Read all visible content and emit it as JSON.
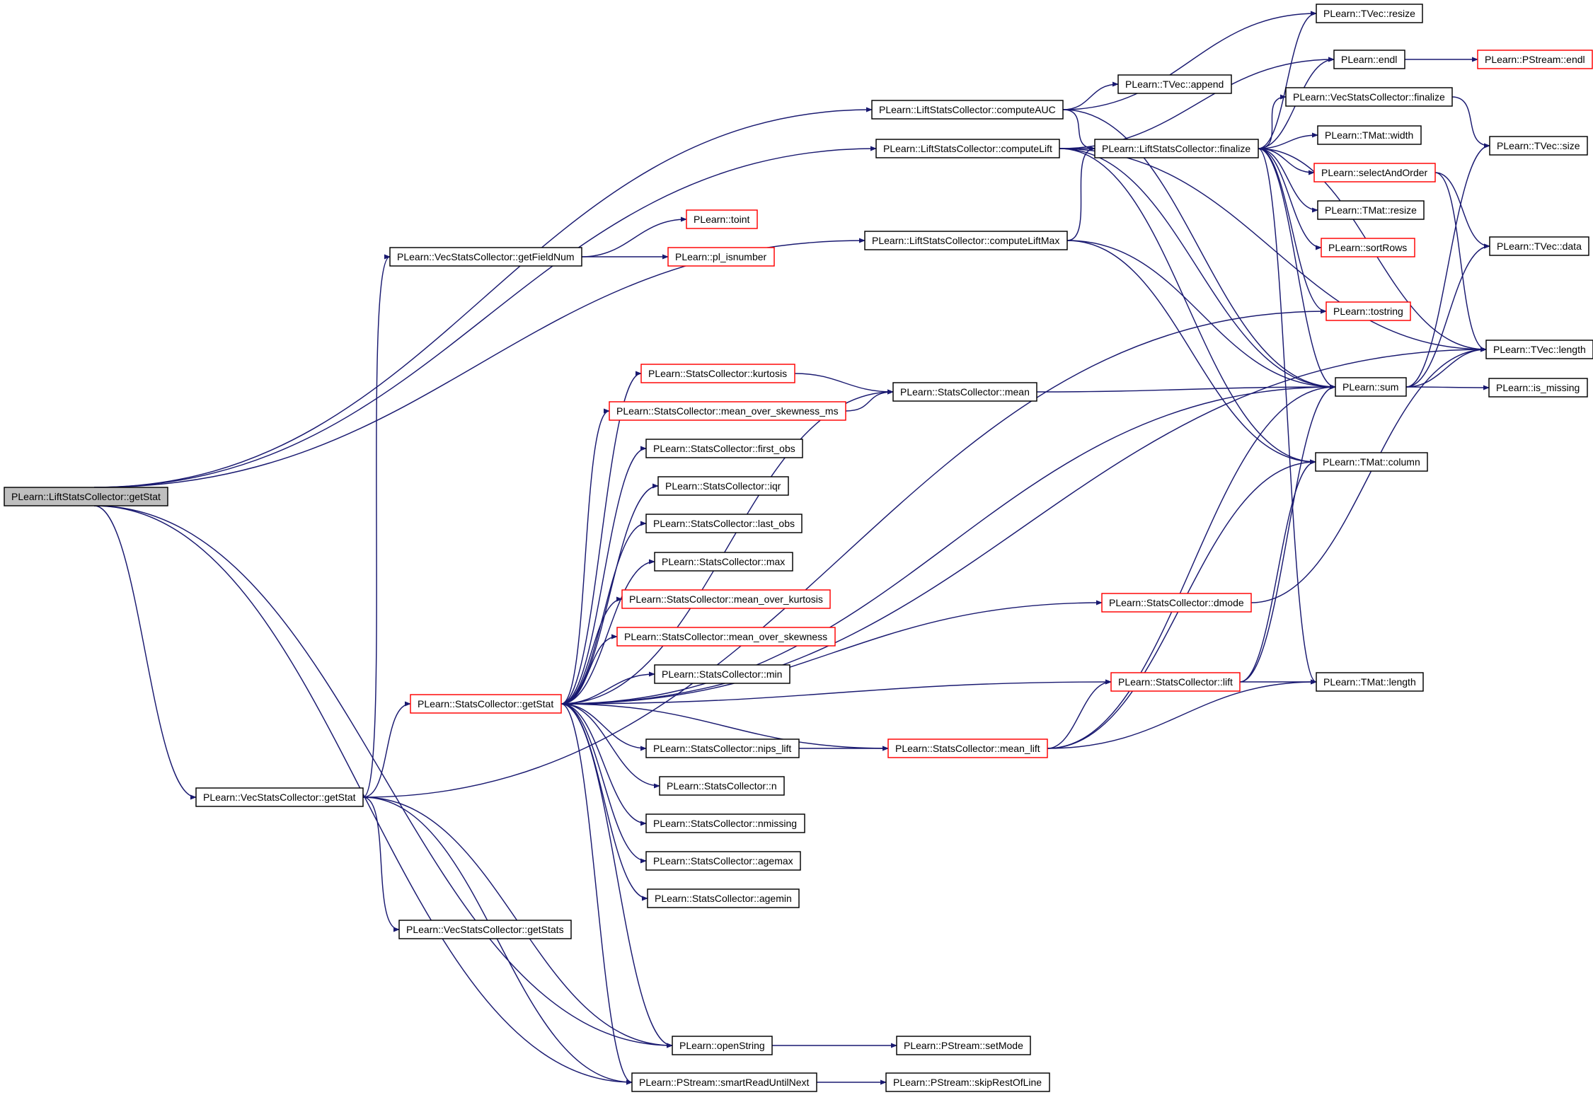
{
  "colors": {
    "edge": "#191970",
    "box_border_default": "#000000",
    "box_border_truncated": "#ff0000",
    "root_fill": "#bfbfbf",
    "background": "#ffffff"
  },
  "nodes": [
    {
      "id": "root",
      "label": "PLearn::LiftStatsCollector::getStat",
      "style": "root"
    },
    {
      "id": "computeAUC",
      "label": "PLearn::LiftStatsCollector::computeAUC",
      "style": "black"
    },
    {
      "id": "computeLift",
      "label": "PLearn::LiftStatsCollector::computeLift",
      "style": "black"
    },
    {
      "id": "computeLiftMax",
      "label": "PLearn::LiftStatsCollector::computeLiftMax",
      "style": "black"
    },
    {
      "id": "vscGetFieldNum",
      "label": "PLearn::VecStatsCollector::getFieldNum",
      "style": "black"
    },
    {
      "id": "vscGetStat",
      "label": "PLearn::VecStatsCollector::getStat",
      "style": "black"
    },
    {
      "id": "scGetStat",
      "label": "PLearn::StatsCollector::getStat",
      "style": "red"
    },
    {
      "id": "vscGetStats",
      "label": "PLearn::VecStatsCollector::getStats",
      "style": "black"
    },
    {
      "id": "openString",
      "label": "PLearn::openString",
      "style": "black"
    },
    {
      "id": "smartRead",
      "label": "PLearn::PStream::smartReadUntilNext",
      "style": "black"
    },
    {
      "id": "toint",
      "label": "PLearn::toint",
      "style": "red"
    },
    {
      "id": "plIsnumber",
      "label": "PLearn::pl_isnumber",
      "style": "red"
    },
    {
      "id": "kurtosis",
      "label": "PLearn::StatsCollector::kurtosis",
      "style": "red"
    },
    {
      "id": "meanOverSkewMs",
      "label": "PLearn::StatsCollector::mean_over_skewness_ms",
      "style": "red"
    },
    {
      "id": "firstObs",
      "label": "PLearn::StatsCollector::first_obs",
      "style": "black"
    },
    {
      "id": "iqr",
      "label": "PLearn::StatsCollector::iqr",
      "style": "black"
    },
    {
      "id": "lastObs",
      "label": "PLearn::StatsCollector::last_obs",
      "style": "black"
    },
    {
      "id": "max",
      "label": "PLearn::StatsCollector::max",
      "style": "black"
    },
    {
      "id": "meanOverKurt",
      "label": "PLearn::StatsCollector::mean_over_kurtosis",
      "style": "red"
    },
    {
      "id": "meanOverSkew",
      "label": "PLearn::StatsCollector::mean_over_skewness",
      "style": "red"
    },
    {
      "id": "min",
      "label": "PLearn::StatsCollector::min",
      "style": "black"
    },
    {
      "id": "nipsLift",
      "label": "PLearn::StatsCollector::nips_lift",
      "style": "black"
    },
    {
      "id": "n",
      "label": "PLearn::StatsCollector::n",
      "style": "black"
    },
    {
      "id": "nmissing",
      "label": "PLearn::StatsCollector::nmissing",
      "style": "black"
    },
    {
      "id": "agemax",
      "label": "PLearn::StatsCollector::agemax",
      "style": "black"
    },
    {
      "id": "agemin",
      "label": "PLearn::StatsCollector::agemin",
      "style": "black"
    },
    {
      "id": "mean",
      "label": "PLearn::StatsCollector::mean",
      "style": "black"
    },
    {
      "id": "tvecAppend",
      "label": "PLearn::TVec::append",
      "style": "black"
    },
    {
      "id": "lscFinalize",
      "label": "PLearn::LiftStatsCollector::finalize",
      "style": "black"
    },
    {
      "id": "dmode",
      "label": "PLearn::StatsCollector::dmode",
      "style": "red"
    },
    {
      "id": "lift",
      "label": "PLearn::StatsCollector::lift",
      "style": "red"
    },
    {
      "id": "meanLift",
      "label": "PLearn::StatsCollector::mean_lift",
      "style": "red"
    },
    {
      "id": "setMode",
      "label": "PLearn::PStream::setMode",
      "style": "black"
    },
    {
      "id": "skipRest",
      "label": "PLearn::PStream::skipRestOfLine",
      "style": "black"
    },
    {
      "id": "tvecResize",
      "label": "PLearn::TVec::resize",
      "style": "black"
    },
    {
      "id": "endl",
      "label": "PLearn::endl",
      "style": "black"
    },
    {
      "id": "vscFinalize",
      "label": "PLearn::VecStatsCollector::finalize",
      "style": "black"
    },
    {
      "id": "tmatWidth",
      "label": "PLearn::TMat::width",
      "style": "black"
    },
    {
      "id": "selectAndOrder",
      "label": "PLearn::selectAndOrder",
      "style": "red"
    },
    {
      "id": "tmatResize",
      "label": "PLearn::TMat::resize",
      "style": "black"
    },
    {
      "id": "sortRows",
      "label": "PLearn::sortRows",
      "style": "red"
    },
    {
      "id": "tostring",
      "label": "PLearn::tostring",
      "style": "red"
    },
    {
      "id": "sum",
      "label": "PLearn::sum",
      "style": "black"
    },
    {
      "id": "tmatColumn",
      "label": "PLearn::TMat::column",
      "style": "black"
    },
    {
      "id": "tmatLength",
      "label": "PLearn::TMat::length",
      "style": "black"
    },
    {
      "id": "pstreamEndl",
      "label": "PLearn::PStream::endl",
      "style": "red"
    },
    {
      "id": "tvecSize",
      "label": "PLearn::TVec::size",
      "style": "black"
    },
    {
      "id": "tvecData",
      "label": "PLearn::TVec::data",
      "style": "black"
    },
    {
      "id": "tvecLength",
      "label": "PLearn::TVec::length",
      "style": "black"
    },
    {
      "id": "isMissing",
      "label": "PLearn::is_missing",
      "style": "black"
    }
  ],
  "edges": [
    [
      "root",
      "computeAUC"
    ],
    [
      "root",
      "computeLift"
    ],
    [
      "root",
      "computeLiftMax"
    ],
    [
      "root",
      "vscGetStat"
    ],
    [
      "root",
      "openString"
    ],
    [
      "root",
      "smartRead"
    ],
    [
      "vscGetStat",
      "vscGetFieldNum"
    ],
    [
      "vscGetStat",
      "scGetStat"
    ],
    [
      "vscGetStat",
      "vscGetStats"
    ],
    [
      "vscGetStat",
      "openString"
    ],
    [
      "vscGetStat",
      "smartRead"
    ],
    [
      "vscGetStat",
      "tostring"
    ],
    [
      "vscGetFieldNum",
      "toint"
    ],
    [
      "vscGetFieldNum",
      "plIsnumber"
    ],
    [
      "scGetStat",
      "kurtosis"
    ],
    [
      "scGetStat",
      "meanOverSkewMs"
    ],
    [
      "scGetStat",
      "firstObs"
    ],
    [
      "scGetStat",
      "iqr"
    ],
    [
      "scGetStat",
      "lastObs"
    ],
    [
      "scGetStat",
      "max"
    ],
    [
      "scGetStat",
      "meanOverKurt"
    ],
    [
      "scGetStat",
      "meanOverSkew"
    ],
    [
      "scGetStat",
      "min"
    ],
    [
      "scGetStat",
      "nipsLift"
    ],
    [
      "scGetStat",
      "n"
    ],
    [
      "scGetStat",
      "nmissing"
    ],
    [
      "scGetStat",
      "agemax"
    ],
    [
      "scGetStat",
      "agemin"
    ],
    [
      "scGetStat",
      "mean"
    ],
    [
      "scGetStat",
      "dmode"
    ],
    [
      "scGetStat",
      "meanLift"
    ],
    [
      "scGetStat",
      "lift"
    ],
    [
      "scGetStat",
      "sum"
    ],
    [
      "scGetStat",
      "tvecLength"
    ],
    [
      "scGetStat",
      "openString"
    ],
    [
      "scGetStat",
      "smartRead"
    ],
    [
      "kurtosis",
      "mean"
    ],
    [
      "meanOverSkewMs",
      "mean"
    ],
    [
      "mean",
      "sum"
    ],
    [
      "nipsLift",
      "meanLift"
    ],
    [
      "meanLift",
      "lift"
    ],
    [
      "meanLift",
      "tmatLength"
    ],
    [
      "meanLift",
      "tmatColumn"
    ],
    [
      "meanLift",
      "sum"
    ],
    [
      "lift",
      "tmatLength"
    ],
    [
      "lift",
      "tmatColumn"
    ],
    [
      "lift",
      "sum"
    ],
    [
      "dmode",
      "tvecLength"
    ],
    [
      "openString",
      "setMode"
    ],
    [
      "smartRead",
      "skipRest"
    ],
    [
      "computeAUC",
      "tvecResize"
    ],
    [
      "computeAUC",
      "tvecAppend"
    ],
    [
      "computeAUC",
      "lscFinalize"
    ],
    [
      "computeAUC",
      "sum"
    ],
    [
      "computeLift",
      "lscFinalize"
    ],
    [
      "computeLift",
      "endl"
    ],
    [
      "computeLift",
      "tmatColumn"
    ],
    [
      "computeLift",
      "sum"
    ],
    [
      "computeLift",
      "tvecLength"
    ],
    [
      "computeLiftMax",
      "lscFinalize"
    ],
    [
      "computeLiftMax",
      "sum"
    ],
    [
      "computeLiftMax",
      "tmatColumn"
    ],
    [
      "lscFinalize",
      "tvecResize"
    ],
    [
      "lscFinalize",
      "endl"
    ],
    [
      "lscFinalize",
      "vscFinalize"
    ],
    [
      "lscFinalize",
      "tmatWidth"
    ],
    [
      "lscFinalize",
      "selectAndOrder"
    ],
    [
      "lscFinalize",
      "tmatResize"
    ],
    [
      "lscFinalize",
      "sortRows"
    ],
    [
      "lscFinalize",
      "tostring"
    ],
    [
      "lscFinalize",
      "sum"
    ],
    [
      "lscFinalize",
      "tmatLength"
    ],
    [
      "lscFinalize",
      "tvecLength"
    ],
    [
      "endl",
      "pstreamEndl"
    ],
    [
      "vscFinalize",
      "tvecSize"
    ],
    [
      "selectAndOrder",
      "tvecData"
    ],
    [
      "selectAndOrder",
      "tvecLength"
    ],
    [
      "sum",
      "tvecLength"
    ],
    [
      "sum",
      "isMissing"
    ],
    [
      "sum",
      "tvecSize"
    ],
    [
      "sum",
      "tvecData"
    ]
  ]
}
